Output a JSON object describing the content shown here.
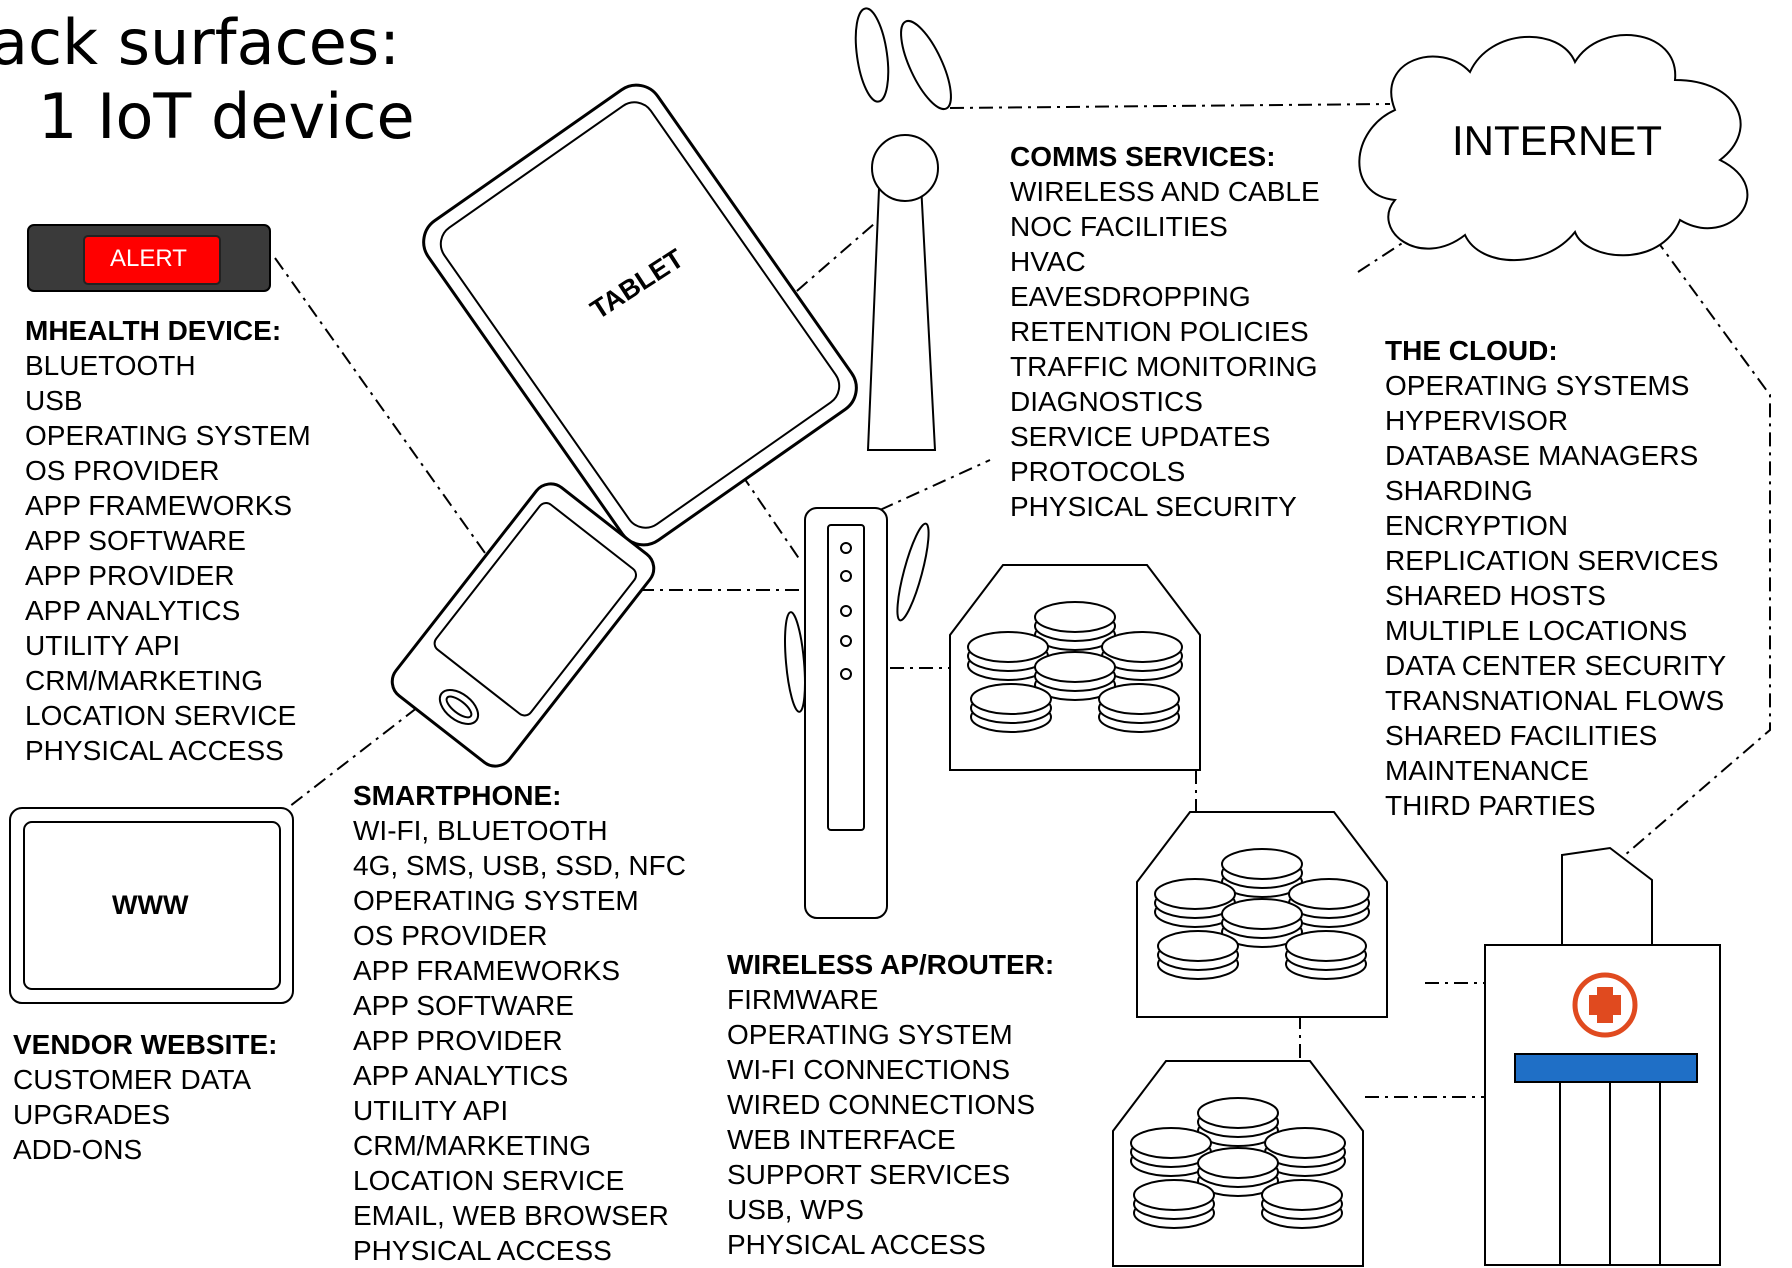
{
  "title": {
    "line1": "ack surfaces:",
    "line2": "1 IoT device"
  },
  "labels": {
    "alert": "ALERT",
    "tablet": "TABLET",
    "www": "WWW",
    "internet": "INTERNET"
  },
  "mhealth": {
    "header": "MHEALTH DEVICE:",
    "items": [
      "BLUETOOTH",
      "USB",
      "OPERATING SYSTEM",
      "OS PROVIDER",
      "APP FRAMEWORKS",
      "APP SOFTWARE",
      "APP PROVIDER",
      "APP ANALYTICS",
      "UTILITY API",
      "CRM/MARKETING",
      "LOCATION SERVICE",
      "PHYSICAL ACCESS"
    ]
  },
  "vendor": {
    "header": "VENDOR WEBSITE:",
    "items": [
      "CUSTOMER DATA",
      "UPGRADES",
      "ADD-ONS"
    ]
  },
  "smartphone": {
    "header": "SMARTPHONE:",
    "items": [
      "WI-FI, BLUETOOTH",
      "4G, SMS, USB, SSD, NFC",
      "OPERATING SYSTEM",
      "OS PROVIDER",
      "APP FRAMEWORKS",
      "APP SOFTWARE",
      "APP PROVIDER",
      "APP ANALYTICS",
      "UTILITY API",
      "CRM/MARKETING",
      "LOCATION SERVICE",
      "EMAIL, WEB BROWSER",
      "PHYSICAL ACCESS"
    ]
  },
  "router": {
    "header": "WIRELESS AP/ROUTER:",
    "items": [
      "FIRMWARE",
      "OPERATING SYSTEM",
      "WI-FI CONNECTIONS",
      "WIRED CONNECTIONS",
      "WEB INTERFACE",
      "SUPPORT SERVICES",
      "USB, WPS",
      "PHYSICAL ACCESS"
    ]
  },
  "comms": {
    "header": "COMMS SERVICES:",
    "items": [
      "WIRELESS AND CABLE",
      "NOC FACILITIES",
      "HVAC",
      "EAVESDROPPING",
      "RETENTION POLICIES",
      "TRAFFIC MONITORING",
      "DIAGNOSTICS",
      "SERVICE UPDATES",
      "PROTOCOLS",
      "PHYSICAL SECURITY"
    ]
  },
  "cloud": {
    "header": "THE CLOUD:",
    "items": [
      "OPERATING SYSTEMS",
      "HYPERVISOR",
      "DATABASE MANAGERS",
      "SHARDING",
      "ENCRYPTION",
      "REPLICATION SERVICES",
      "SHARED HOSTS",
      "MULTIPLE LOCATIONS",
      "DATA CENTER SECURITY",
      "TRANSNATIONAL FLOWS",
      "SHARED FACILITIES",
      "MAINTENANCE",
      "THIRD PARTIES"
    ]
  },
  "colors": {
    "alert_red": "#ff0000",
    "device_dark": "#3a3a3a",
    "hospital_cross": "#e04a1f",
    "hospital_band": "#1f6fc6"
  },
  "icons": [
    "alert-device-icon",
    "tablet-icon",
    "smartphone-icon",
    "monitor-icon",
    "tower-icon",
    "router-icon",
    "cloud-icon",
    "server-icon",
    "hospital-icon"
  ]
}
